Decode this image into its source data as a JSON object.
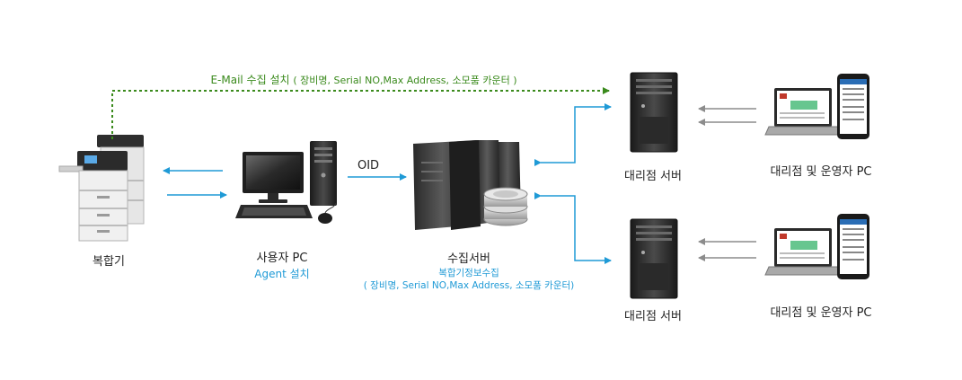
{
  "colors": {
    "arrow_blue": "#1f9ad6",
    "arrow_gray": "#8c8c8c",
    "email_green": "#3a8a1c",
    "label_dark": "#222222"
  },
  "nodes": {
    "mfp": {
      "label": "복합기",
      "icon": "multifunction-printer-icon"
    },
    "user_pc": {
      "label": "사용자 PC",
      "sublabel": "Agent 설치",
      "icon": "desktop-computer-icon"
    },
    "collection_server": {
      "label": "수집서버",
      "sublabel": "복합기정보수집",
      "detail": "( 장비명, Serial NO,Max Address, 소모품 카운터)",
      "icon": "server-rack-database-icon"
    },
    "dealer_server_1": {
      "label": "대리점 서버",
      "icon": "tower-server-icon"
    },
    "dealer_server_2": {
      "label": "대리점 서버",
      "icon": "tower-server-icon"
    },
    "dealer_pc_1": {
      "label": "대리점 및 운영자 PC",
      "icon": "laptop-phone-icon"
    },
    "dealer_pc_2": {
      "label": "대리점 및 운영자 PC",
      "icon": "laptop-phone-icon"
    }
  },
  "edges": {
    "email": {
      "label": "E-Mail 수집 설치",
      "detail": "( 장비명, Serial NO,Max Address, 소모품 카운터 )"
    },
    "oid": {
      "label": "OID"
    }
  }
}
